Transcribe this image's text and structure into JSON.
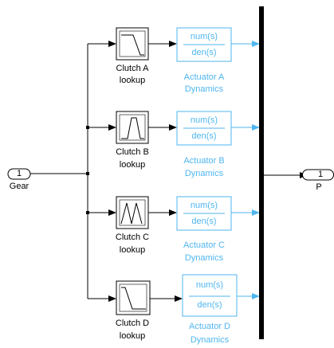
{
  "colors": {
    "line": "#000000",
    "actuator": "#4fb6ef",
    "bus": "#000000"
  },
  "inport": {
    "number": "1",
    "label": "Gear"
  },
  "outport": {
    "number": "1",
    "label": "P"
  },
  "clutches": [
    {
      "lookup_label_line1": "Clutch A",
      "lookup_label_line2": "lookup",
      "lookup_icon": "ramp-down-icon",
      "actuator_num": "num(s)",
      "actuator_den": "den(s)",
      "actuator_label_line1": "Actuator A",
      "actuator_label_line2": "Dynamics"
    },
    {
      "lookup_label_line1": "Clutch B",
      "lookup_label_line2": "lookup",
      "lookup_icon": "trapezoid-pulse-icon",
      "actuator_num": "num(s)",
      "actuator_den": "den(s)",
      "actuator_label_line1": "Actuator B",
      "actuator_label_line2": "Dynamics"
    },
    {
      "lookup_label_line1": "Clutch C",
      "lookup_label_line2": "lookup",
      "lookup_icon": "double-peak-icon",
      "actuator_num": "num(s)",
      "actuator_den": "den(s)",
      "actuator_label_line1": "Actuator C",
      "actuator_label_line2": "Dynamics"
    },
    {
      "lookup_label_line1": "Clutch D",
      "lookup_label_line2": "lookup",
      "lookup_icon": "ramp-up-icon",
      "actuator_num": "num(s)",
      "actuator_den": "den(s)",
      "actuator_label_line1": "Actuator D",
      "actuator_label_line2": "Dynamics"
    }
  ]
}
